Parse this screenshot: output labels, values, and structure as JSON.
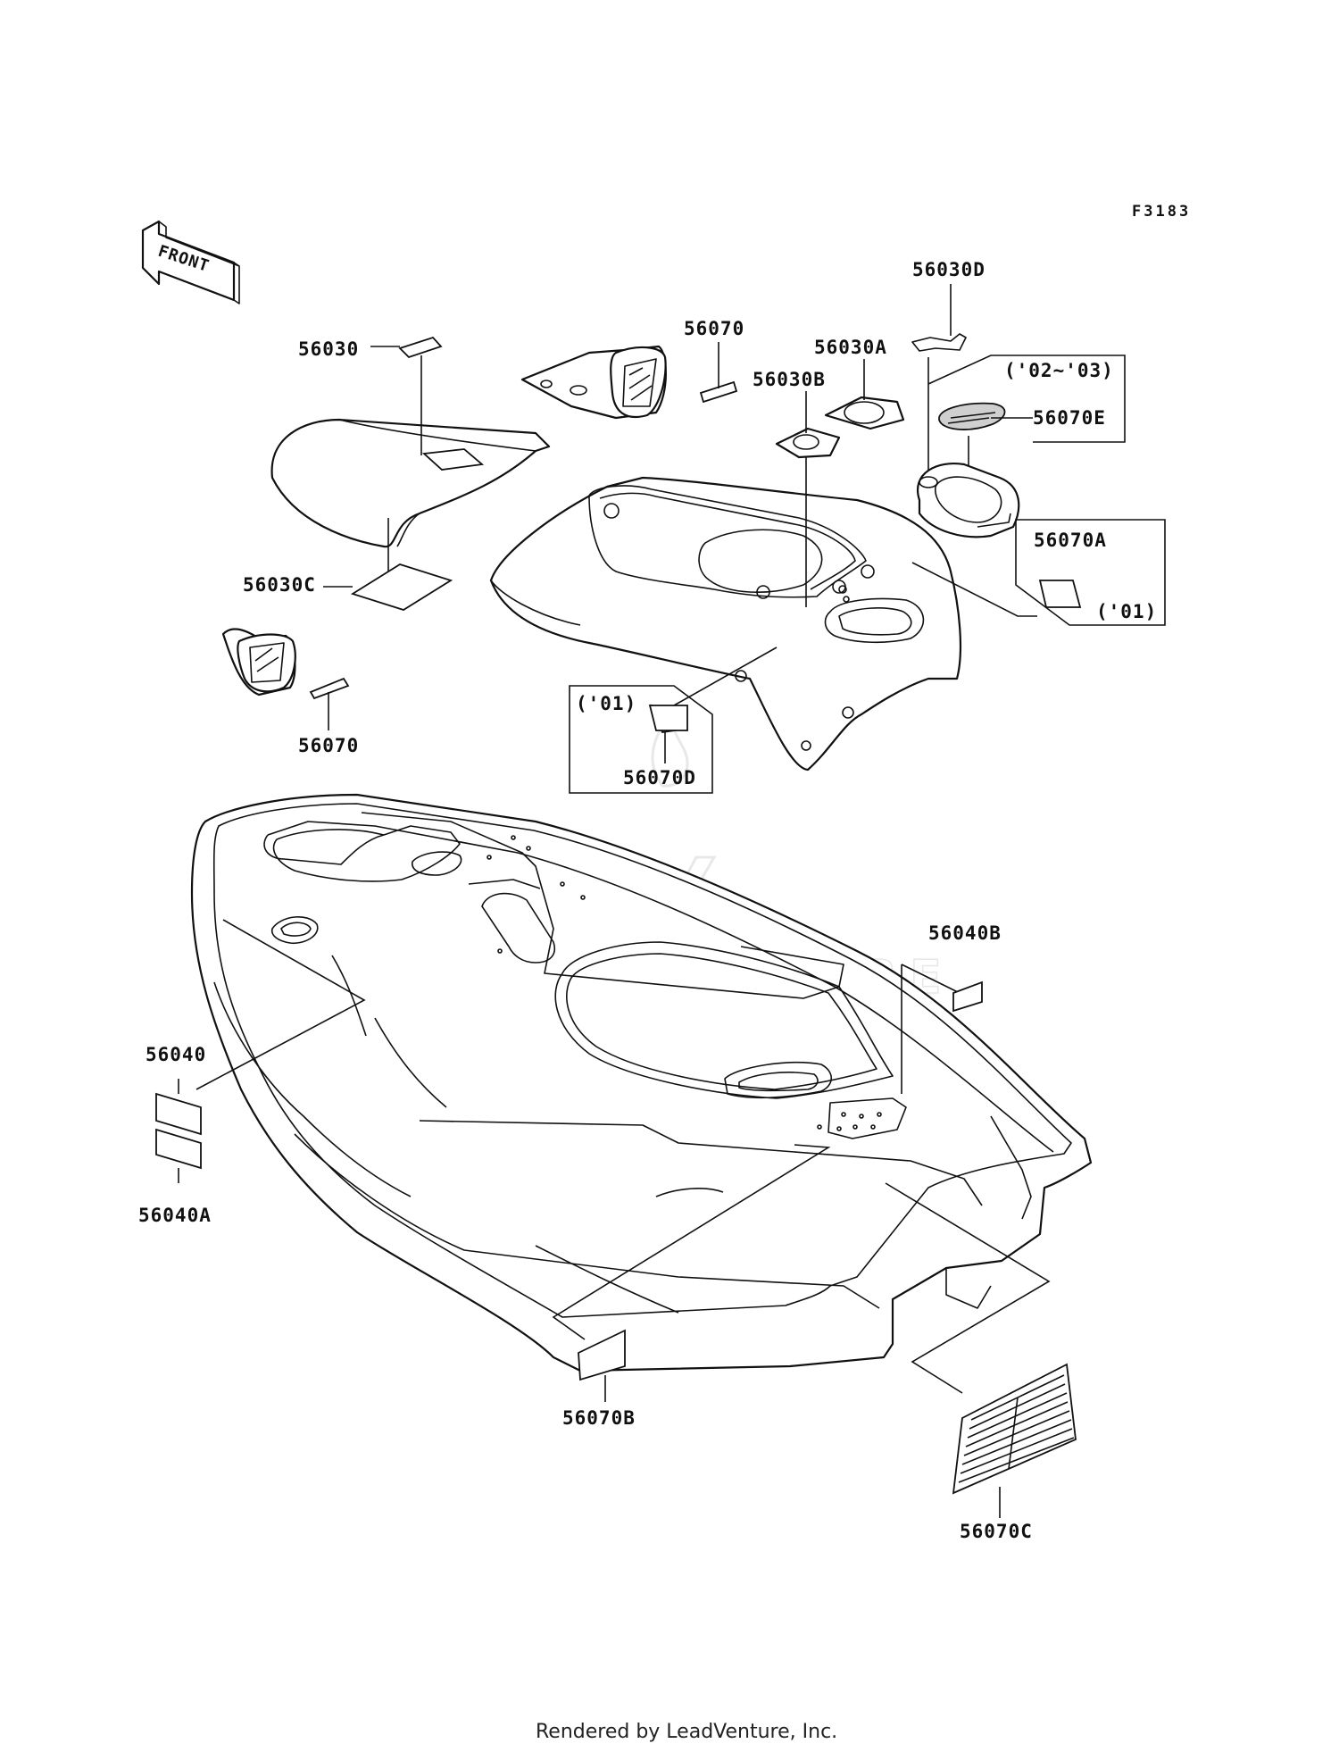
{
  "diagram_code": "F3183",
  "front_label": "FRONT",
  "footer": "Rendered by LeadVenture, Inc.",
  "watermark": "LEADVENTURE",
  "labels": {
    "p56030": "56030",
    "p56030C": "56030C",
    "p56070_top": "56070",
    "p56070_left": "56070",
    "p56030D": "56030D",
    "p56030A": "56030A",
    "p56030B": "56030B",
    "p56070E": "56070E",
    "p56070A": "56070A",
    "p56070D": "56070D",
    "p56040B": "56040B",
    "p56040": "56040",
    "p56040A": "56040A",
    "p56070B": "56070B",
    "p56070C": "56070C"
  },
  "year_notes": {
    "y0203": "('02~'03)",
    "y01_right": "('01)",
    "y01_left": "('01)"
  }
}
